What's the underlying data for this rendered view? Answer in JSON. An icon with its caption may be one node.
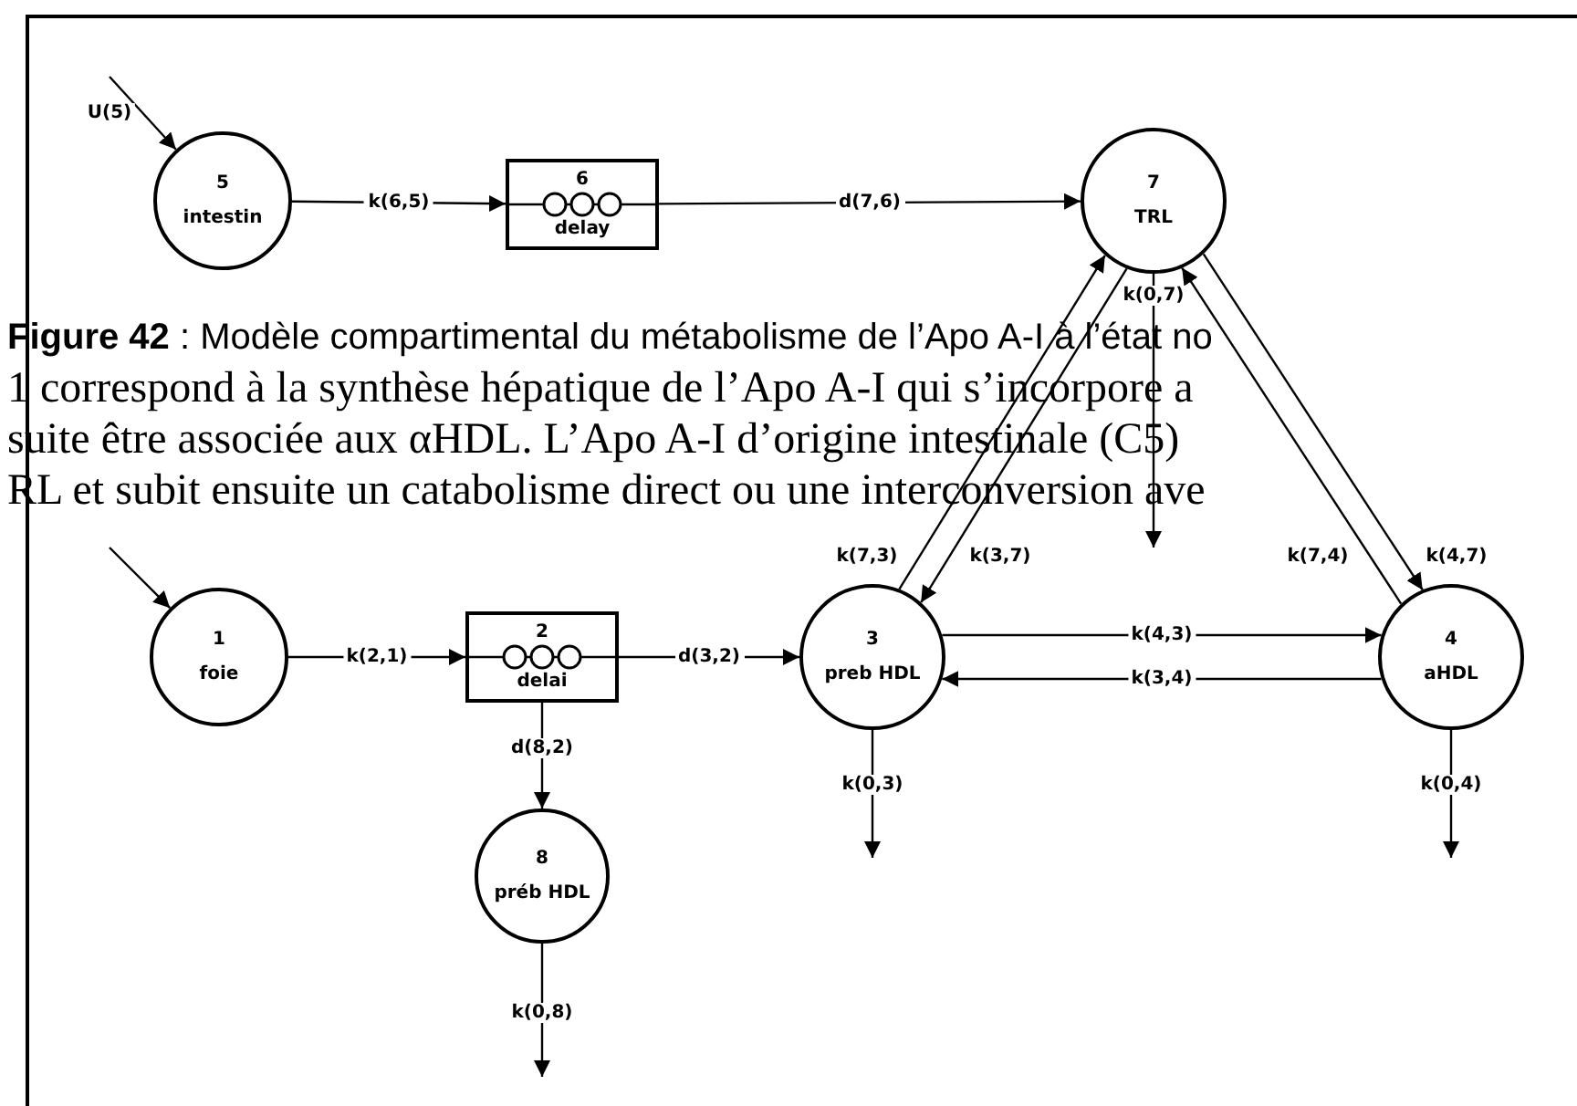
{
  "diagram": {
    "caption": "**Figure 42** : Modèle compartimental du métabolisme de l’Apo A-I à l’état no",
    "nodes": [
      {
        "text": [
          "5",
          "intestin"
        ]
      },
      {
        "text": [
          "6",
          "delay"
        ]
      },
      {
        "text": [
          "7",
          "TRL"
        ]
      },
      {
        "text": [
          "1",
          "foie"
        ]
      },
      {
        "text": [
          "2",
          "delai"
        ]
      },
      {
        "text": [
          "3",
          "preb HDL"
        ]
      },
      {
        "text": [
          "4",
          "aHDL"
        ]
      },
      {
        "text": [
          "8",
          "préb HDL"
        ]
      }
    ],
    "edges": [
      {
        "from": null,
        "to": 0,
        "arrow": "to",
        "label": "U(5)"
      },
      {
        "from": 0,
        "to": 1,
        "arrow": "to",
        "label": "k(6,5)"
      },
      {
        "from": 1,
        "to": 2,
        "arrow": "to",
        "label": "d(7,6)"
      },
      {
        "from": null,
        "to": 3,
        "arrow": "to"
      },
      {
        "from": 3,
        "to": 4,
        "arrow": "to",
        "label": "k(2,1)"
      },
      {
        "from": 4,
        "to": 5,
        "arrow": "to",
        "label": "d(3,2)"
      },
      {
        "from": 5,
        "to": 6,
        "arrow": "to",
        "label": "k(4,3)"
      },
      {
        "from": 6,
        "to": 5,
        "arrow": "to",
        "label": "k(3,4)"
      },
      {
        "from": 4,
        "to": 7,
        "arrow": "to",
        "label": "d(8,2)"
      },
      {
        "from": 5,
        "to": null,
        "arrow": "to",
        "label": "k(0,3)"
      },
      {
        "from": 6,
        "to": null,
        "arrow": "to",
        "label": "k(0,4)"
      },
      {
        "from": 7,
        "to": null,
        "arrow": "to",
        "label": "k(0,8)"
      },
      {
        "from": 5,
        "to": 2,
        "arrow": "to",
        "label": "k(7,3)"
      },
      {
        "from": 2,
        "to": 5,
        "arrow": "to",
        "label": "k(3,7)"
      },
      {
        "from": 2,
        "to": 6,
        "arrow": "to",
        "label": "k(4,7)"
      },
      {
        "from": 6,
        "to": 2,
        "arrow": "to",
        "label": "k(7,4)"
      },
      {
        "from": 2,
        "to": null,
        "arrow": "to",
        "label": "k(0,7)"
      }
    ],
    "labels": [
      "1 correspond à la synthèse hépatique de l’Apo A-I qui s’incorpore a",
      "suite être associée aux αHDL. L’Apo A-I d’origine intestinale (C5)",
      "RL et subit ensuite un catabolisme direct ou une interconversion ave"
    ]
  }
}
